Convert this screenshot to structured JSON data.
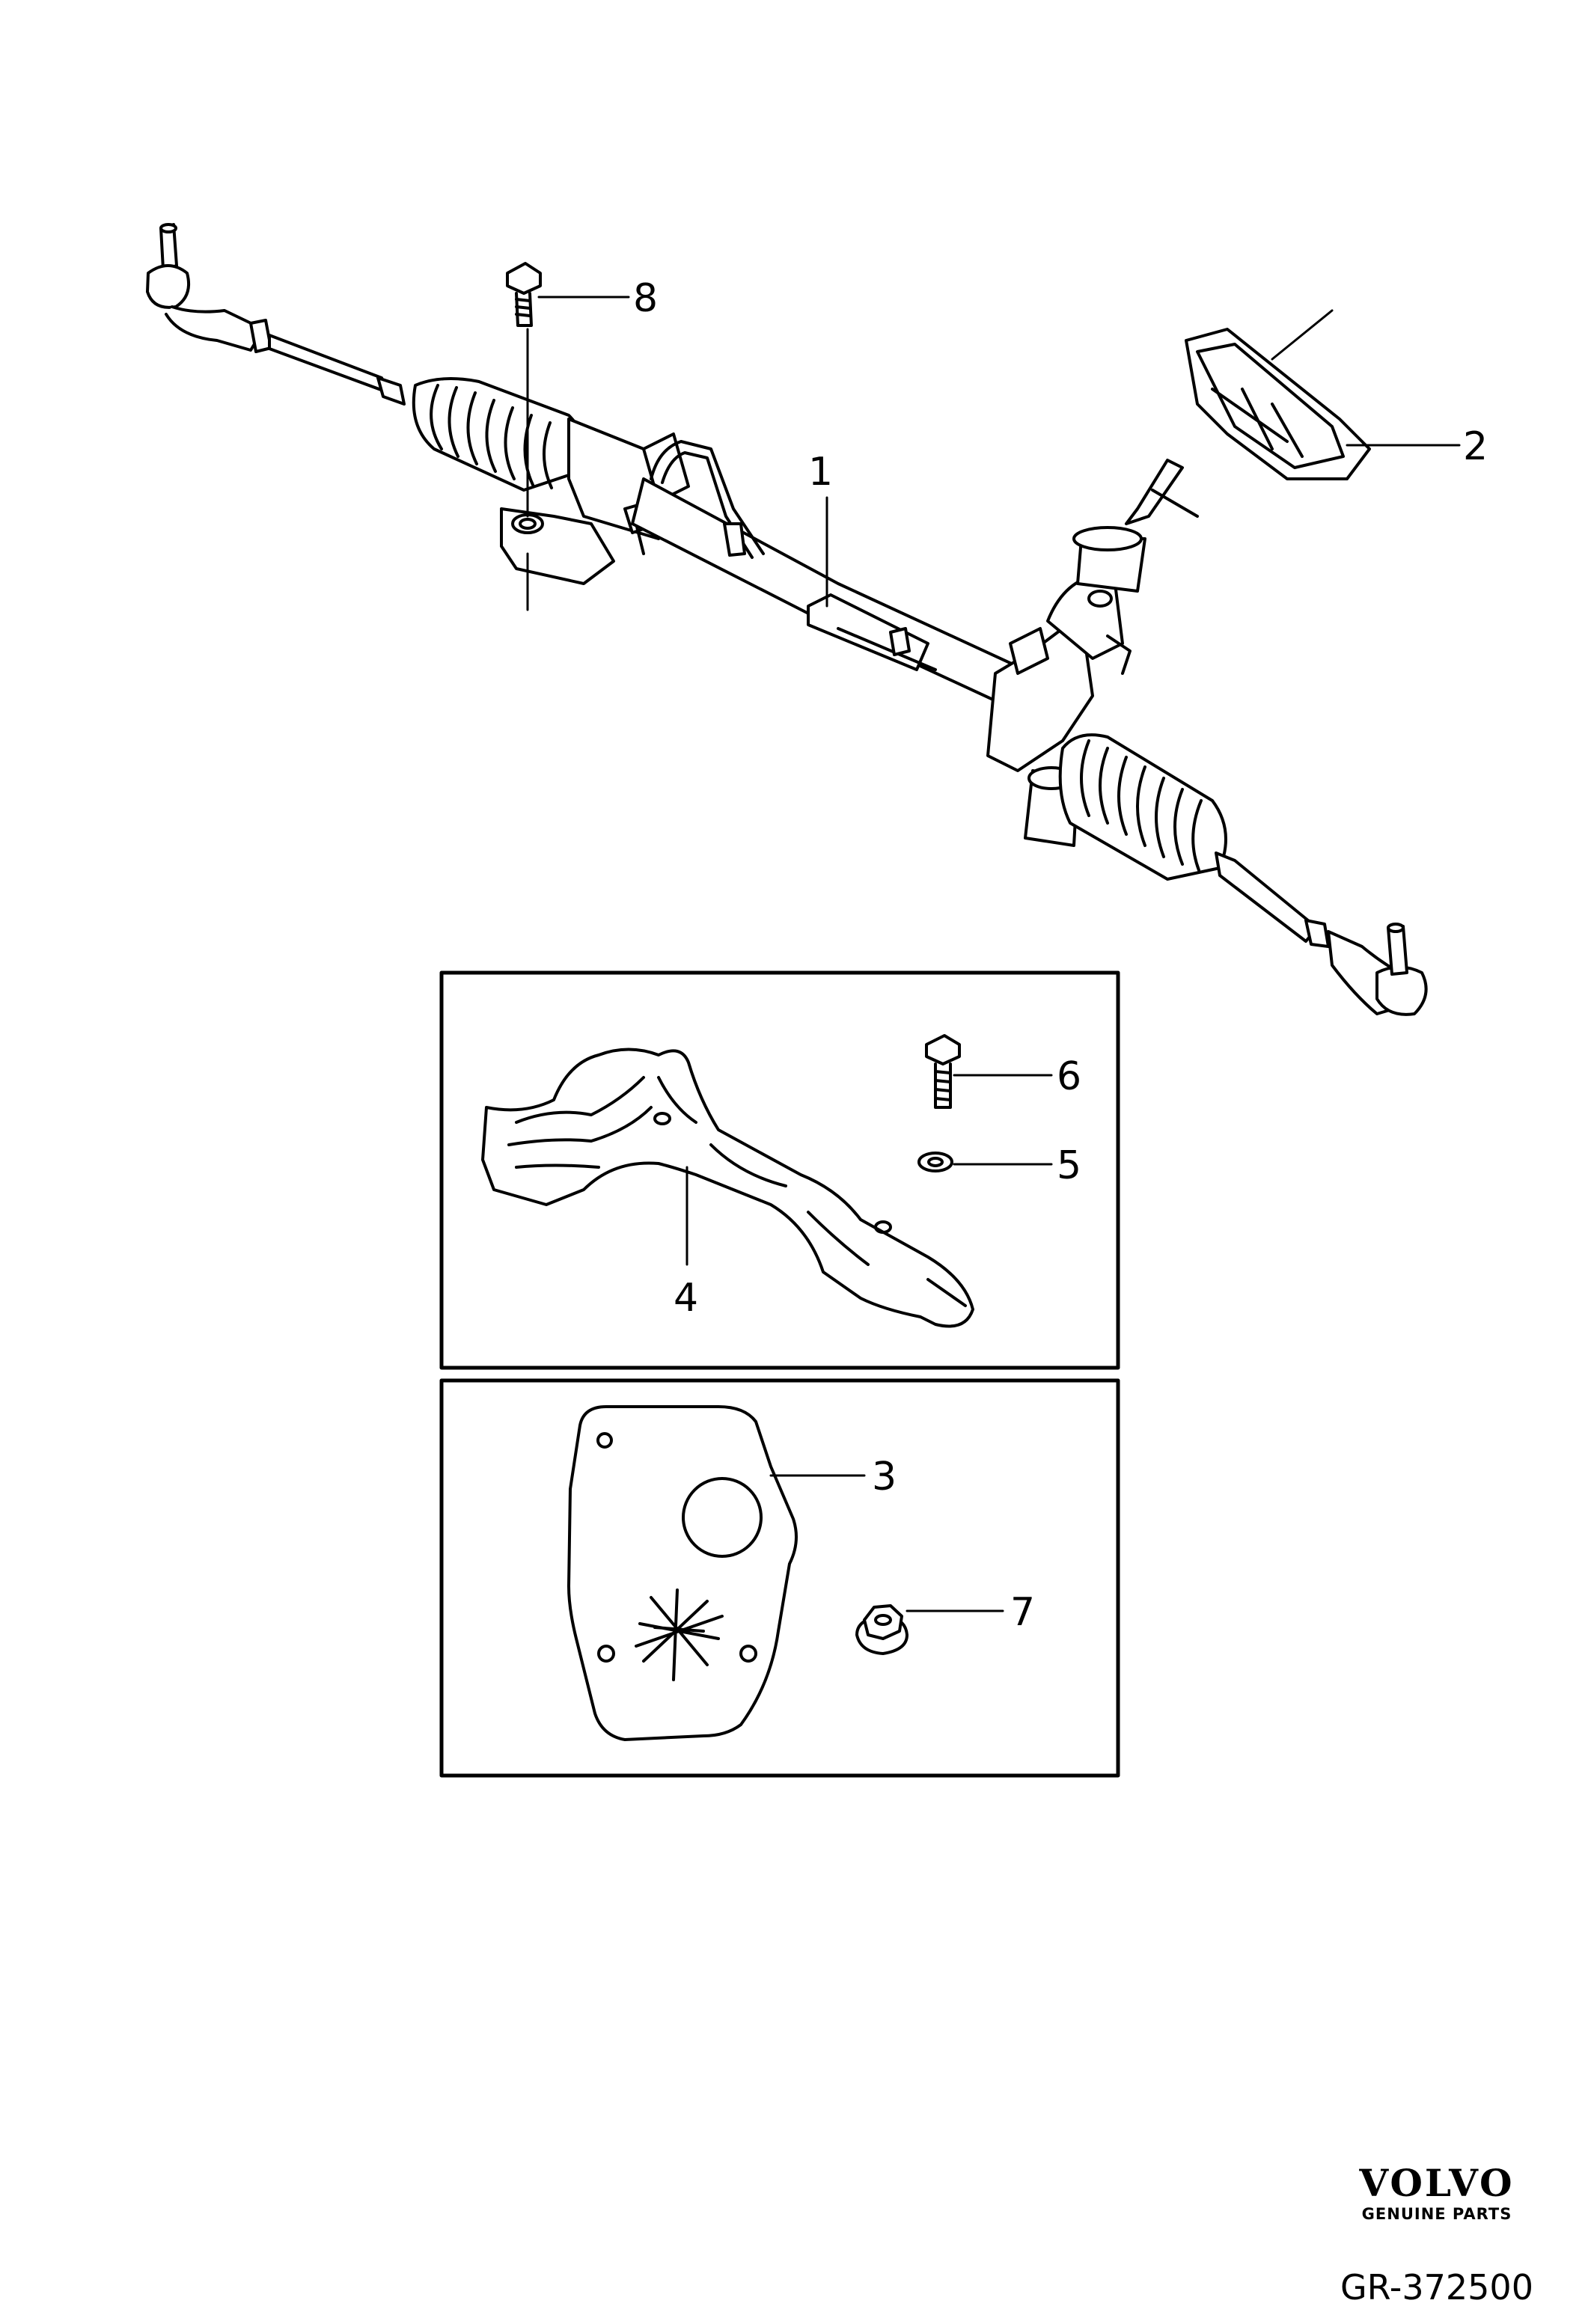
{
  "diagram": {
    "callouts": {
      "c1": "1",
      "c2": "2",
      "c3": "3",
      "c4": "4",
      "c5": "5",
      "c6": "6",
      "c7": "7",
      "c8": "8"
    }
  },
  "footer": {
    "brand": "VOLVO",
    "tagline": "GENUINE PARTS",
    "code": "GR-372500"
  }
}
